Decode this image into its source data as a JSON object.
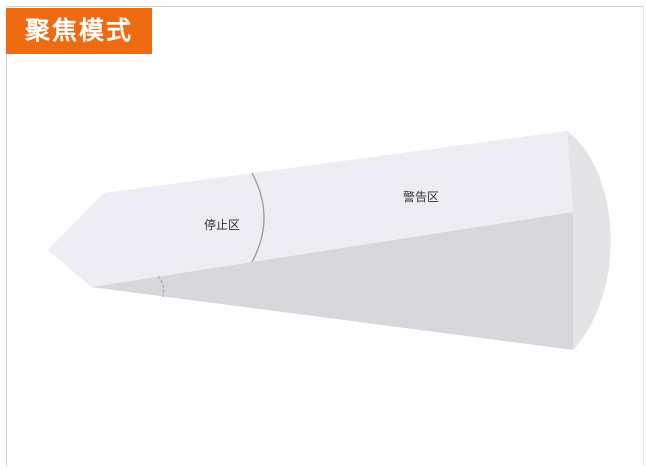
{
  "header": {
    "title": "聚焦模式"
  },
  "diagram": {
    "zones": [
      {
        "label": "停止区"
      },
      {
        "label": "警告区"
      }
    ]
  },
  "colors": {
    "accent": "#ef6b12",
    "top_face": "#ededf3",
    "side_face": "#d8d8dc",
    "end_cap": "#e4e4e7",
    "boundary_line": "#9a9a9a"
  }
}
